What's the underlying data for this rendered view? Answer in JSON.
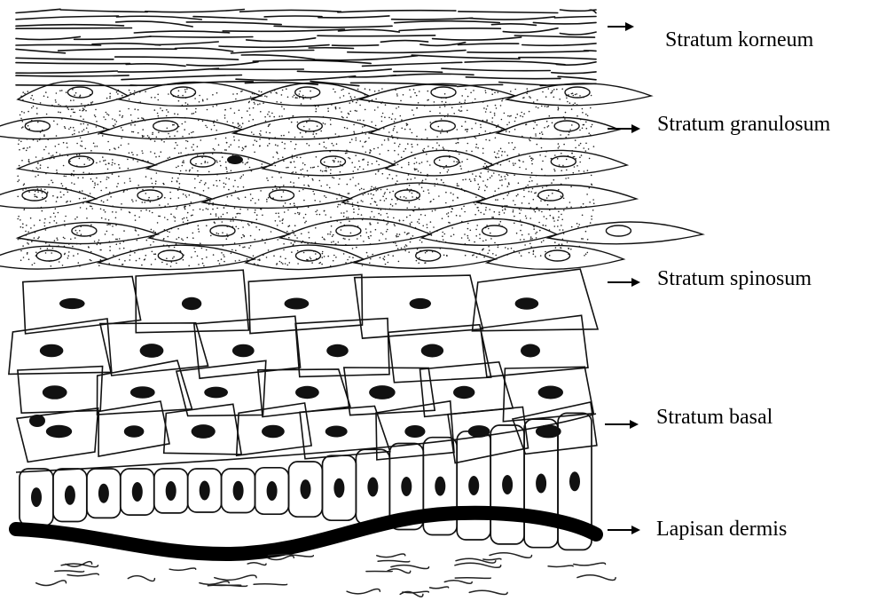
{
  "diagram": {
    "layers": [
      {
        "id": "stratum-korneum",
        "label": "Stratum korneum"
      },
      {
        "id": "stratum-granulosum",
        "label": "Stratum granulosum"
      },
      {
        "id": "stratum-spinosum",
        "label": "Stratum spinosum"
      },
      {
        "id": "stratum-basal",
        "label": "Stratum basal"
      },
      {
        "id": "lapisan-dermis",
        "label": "Lapisan dermis"
      }
    ]
  }
}
